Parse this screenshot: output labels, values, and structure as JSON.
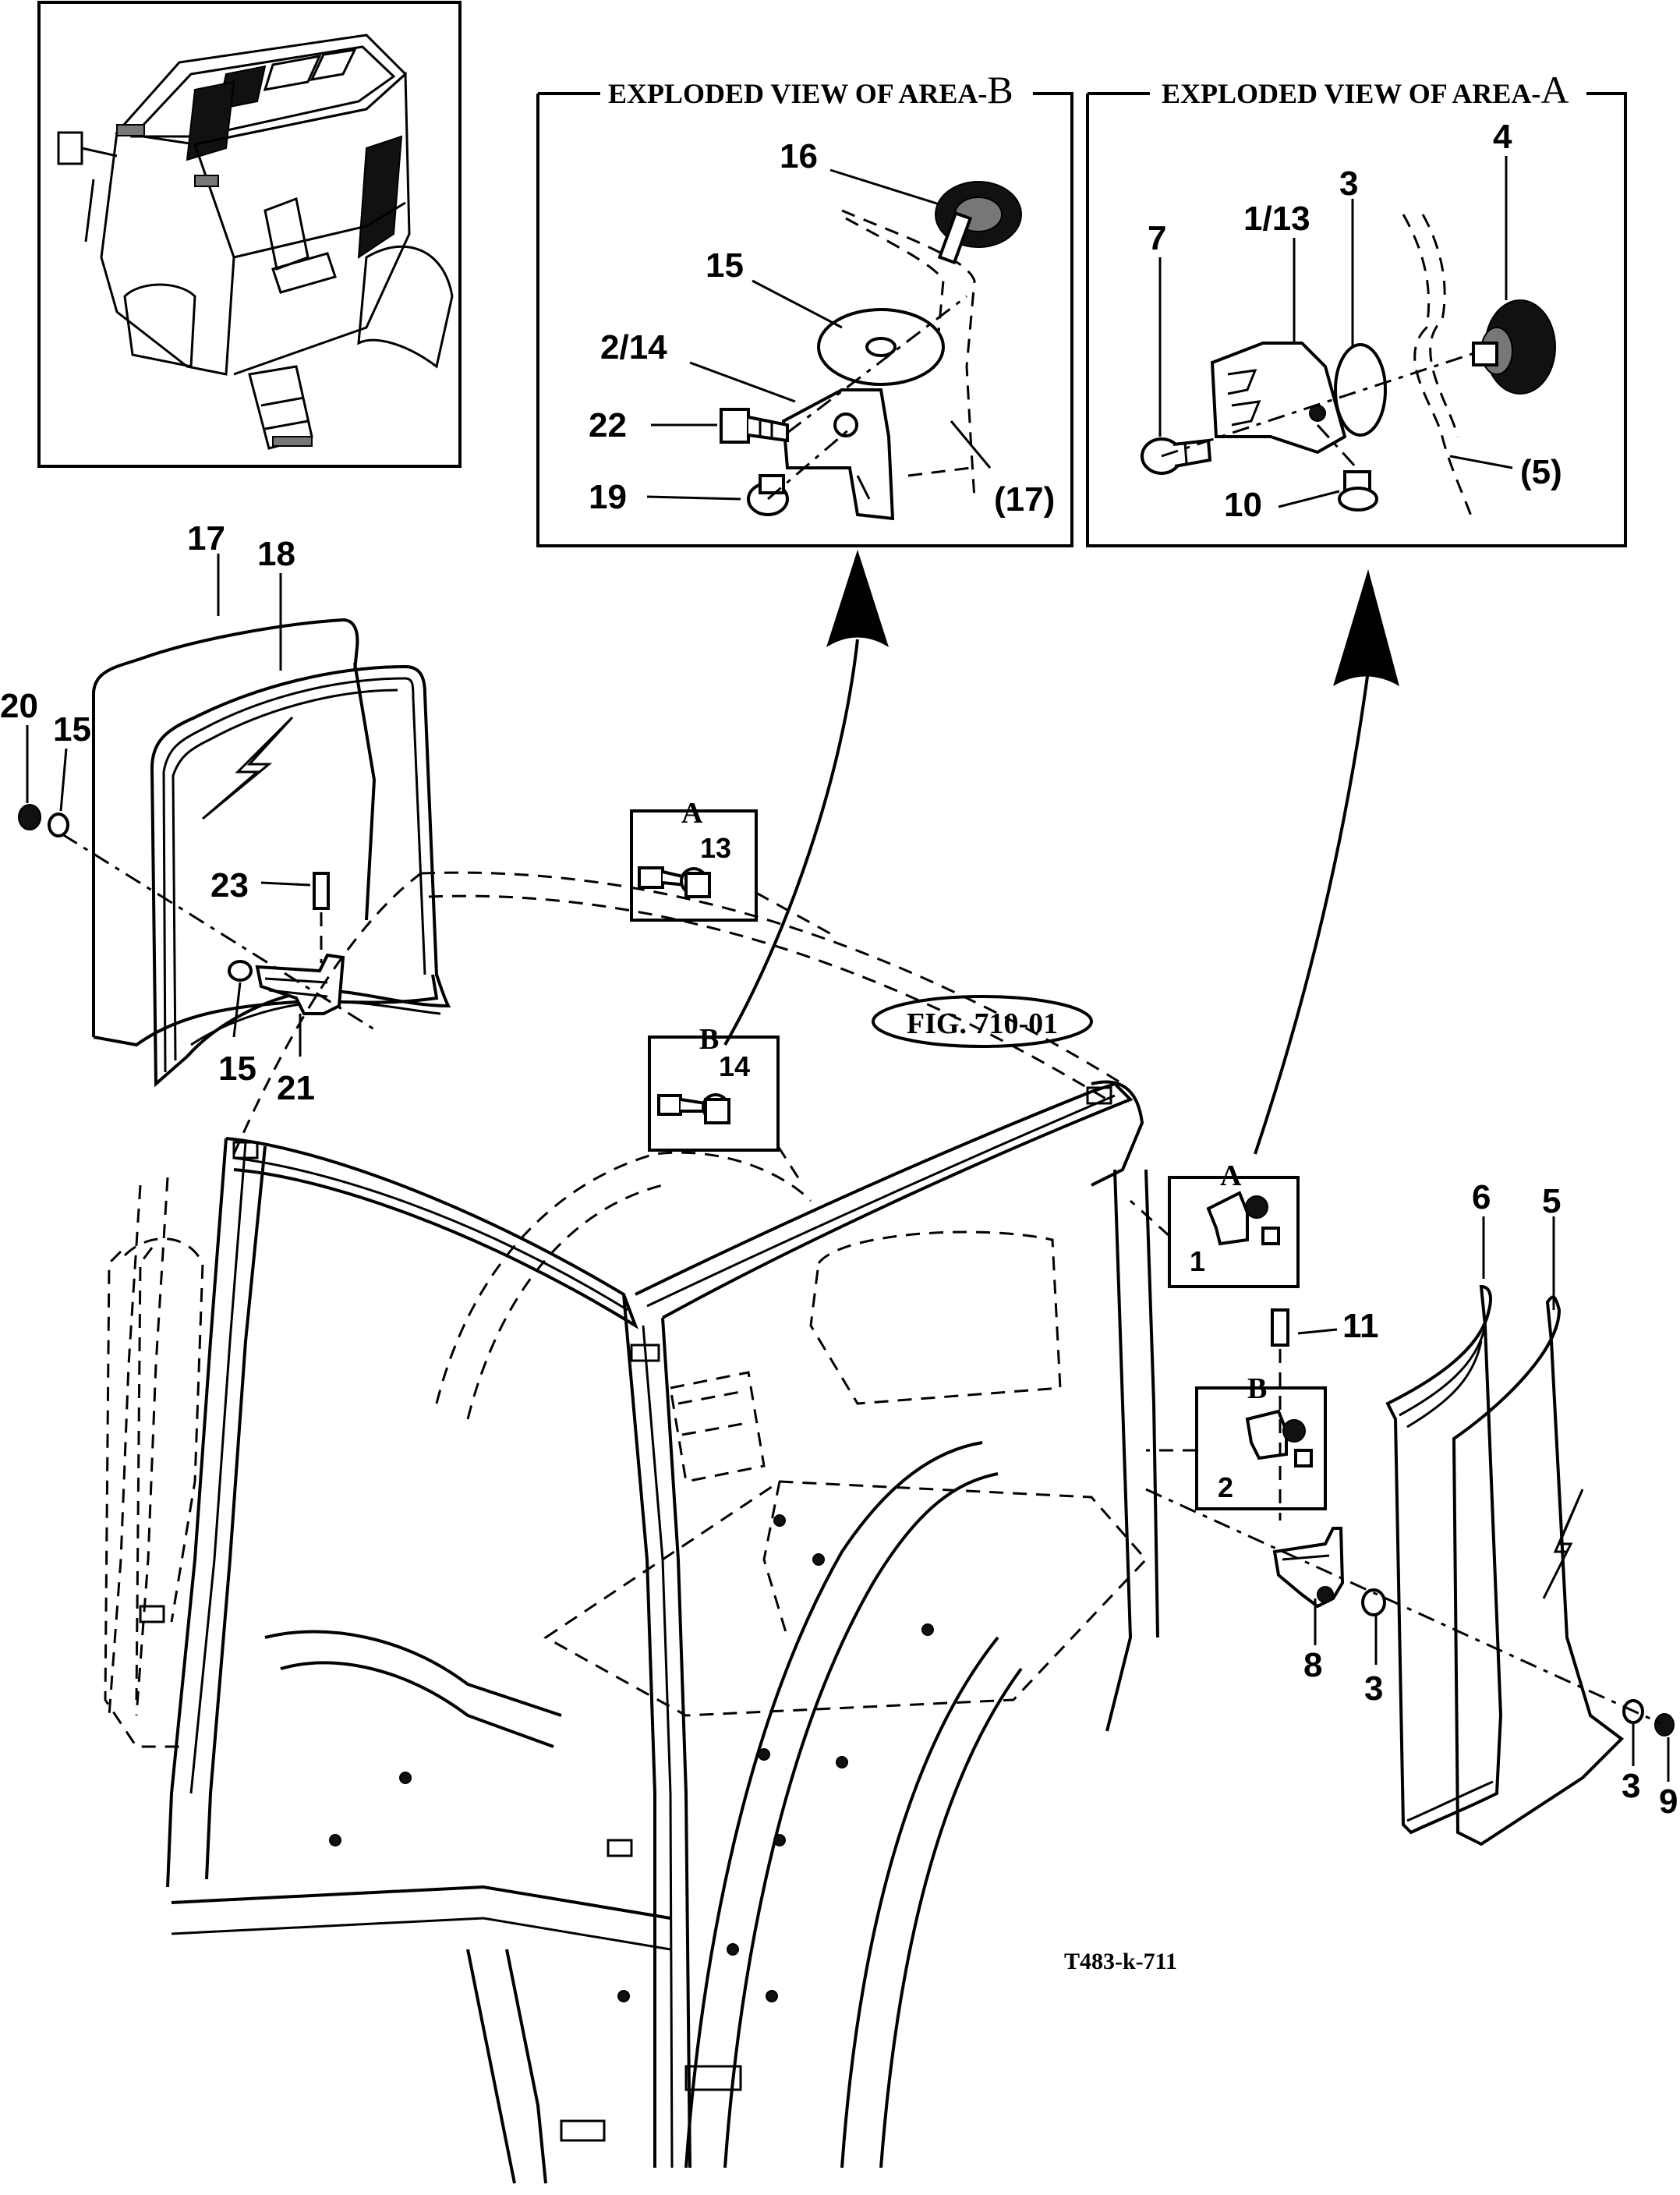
{
  "figure": {
    "reference_oval": "FIG. 710-01",
    "drawing_code": "T483-k-711"
  },
  "detail_b": {
    "title_prefix": "EXPLODED VIEW OF AREA-",
    "title_letter": "B",
    "callouts": [
      "16",
      "15",
      "2/14",
      "22",
      "19",
      "(17)"
    ]
  },
  "detail_a": {
    "title_prefix": "EXPLODED VIEW OF AREA-",
    "title_letter": "A",
    "callouts": [
      "7",
      "1/13",
      "3",
      "4",
      "10",
      "(5)"
    ]
  },
  "area_boxes": [
    {
      "letter": "A",
      "part": "13"
    },
    {
      "letter": "B",
      "part": "14"
    },
    {
      "letter": "A",
      "part": "1"
    },
    {
      "letter": "B",
      "part": "2"
    }
  ],
  "left_door_callouts": [
    "17",
    "18",
    "20",
    "15",
    "23",
    "15",
    "21"
  ],
  "right_door_callouts": [
    "6",
    "5",
    "11",
    "8",
    "3",
    "3",
    "9"
  ],
  "icons": [
    "tractor-overview-thumbnail",
    "pointer-arrow-to-area-b",
    "pointer-arrow-to-area-a",
    "glass-lightning-mark"
  ]
}
